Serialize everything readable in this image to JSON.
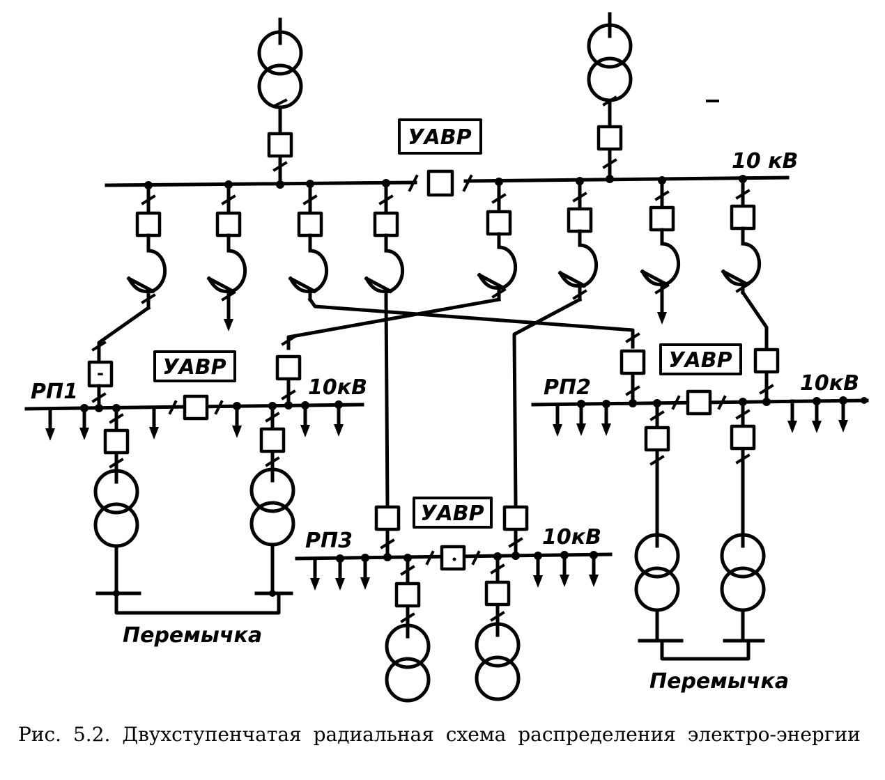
{
  "labels": {
    "uavr": "УАВР",
    "kv10_main": "10 кВ",
    "kv10": "10кВ",
    "rp1": "РП1",
    "rp2": "РП2",
    "rp3": "РП3",
    "jumper": "Перемычка"
  },
  "caption": {
    "figure_number": "Рис. 5.2.",
    "text": "Двухступенчатая радиальная схема распределения электро-энергии"
  }
}
